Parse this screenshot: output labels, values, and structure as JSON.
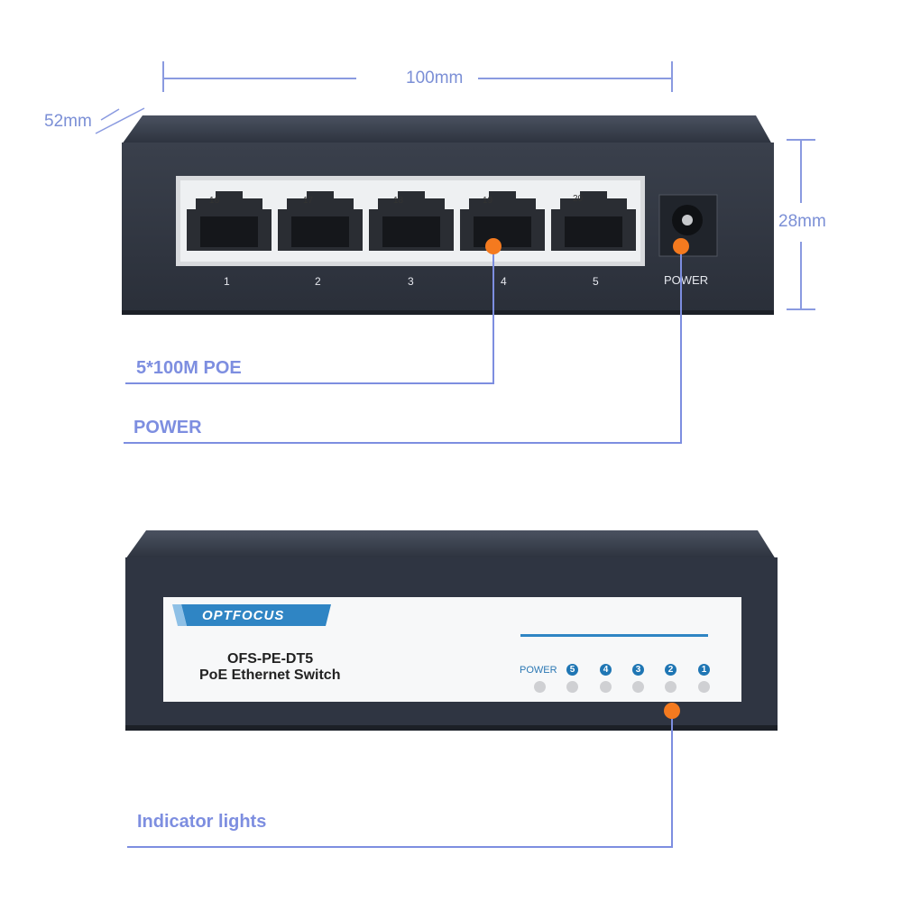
{
  "dimensions": {
    "width_label": "100mm",
    "depth_label": "52mm",
    "height_label": "28mm"
  },
  "rear_panel": {
    "port_numbers": [
      "1",
      "2",
      "3",
      "4",
      "5"
    ],
    "port_chip_labels": [
      "16",
      "17",
      "18",
      "19",
      "20"
    ],
    "power_label": "POWER"
  },
  "callouts": {
    "poe_label": "5*100M POE",
    "power_label": "POWER",
    "indicator_label": "Indicator lights"
  },
  "front_panel": {
    "brand": "OPTFOCUS",
    "model": "OFS-PE-DT5",
    "description": "PoE Ethernet Switch",
    "led_power_label": "POWER",
    "led_numbers": [
      "5",
      "4",
      "3",
      "2",
      "1"
    ]
  },
  "colors": {
    "accent_orange": "#f47a1f",
    "callout_blue": "#7d8ee0",
    "led_blue": "#1f76b4",
    "case_dark": "#2f3542"
  }
}
